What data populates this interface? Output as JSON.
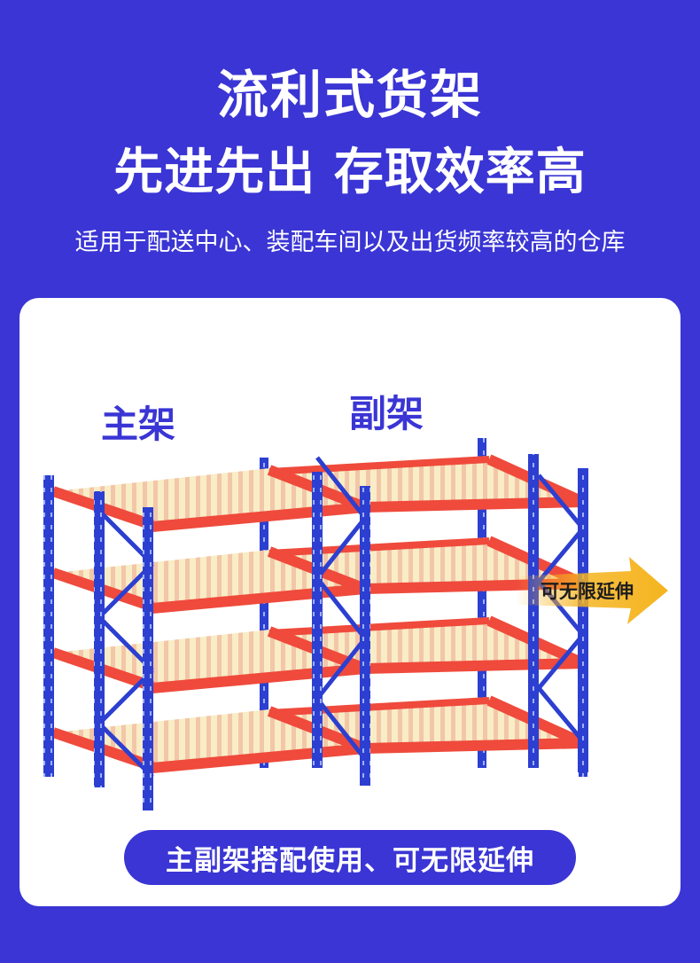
{
  "header": {
    "title": "流利式货架",
    "slogan": "先进先出 存取效率高",
    "description": "适用于配送中心、装配车间以及出货频率较高的仓库"
  },
  "diagram": {
    "main_rack_label": "主架",
    "sub_rack_label": "副架",
    "extend_arrow_label": "可无限延伸",
    "caption": "主副架搭配使用、可无限延伸"
  },
  "colors": {
    "background": "#3a35d4",
    "upright": "#2c3fd0",
    "beam": "#ef4a3c",
    "roller": "#f6e8b8",
    "arrow": "#f5b41f"
  }
}
